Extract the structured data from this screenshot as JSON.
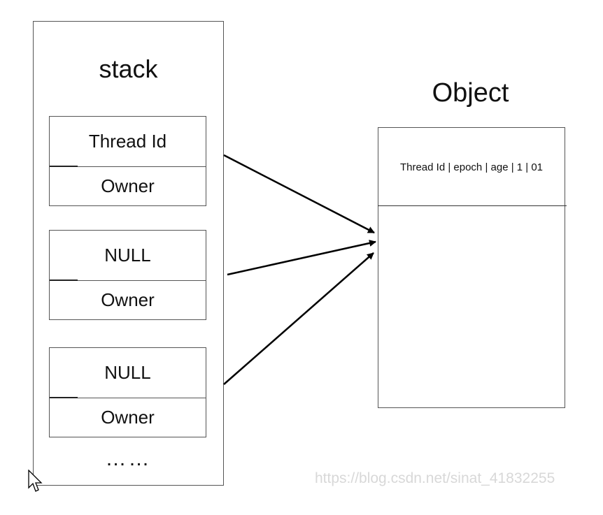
{
  "stack": {
    "title": "stack",
    "records": [
      {
        "top": "Thread Id",
        "bottom": "Owner"
      },
      {
        "top": "NULL",
        "bottom": "Owner"
      },
      {
        "top": "NULL",
        "bottom": "Owner"
      }
    ],
    "more": "……"
  },
  "object": {
    "title": "Object",
    "header": "Thread Id | epoch | age | 1 | 01"
  },
  "watermark": "https://blog.csdn.net/sinat_41832255"
}
